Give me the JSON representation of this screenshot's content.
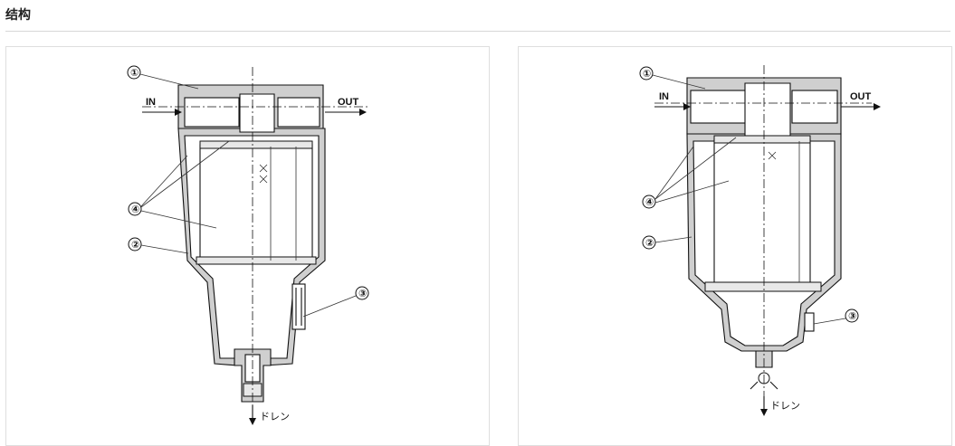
{
  "page": {
    "title": "结构"
  },
  "diagrams": [
    {
      "labels": {
        "in": "IN",
        "out": "OUT",
        "drain": "ドレン"
      },
      "callouts": [
        "①",
        "②",
        "③",
        "④"
      ]
    },
    {
      "labels": {
        "in": "IN",
        "out": "OUT",
        "drain": "ドレン"
      },
      "callouts": [
        "①",
        "②",
        "③",
        "④"
      ]
    }
  ]
}
